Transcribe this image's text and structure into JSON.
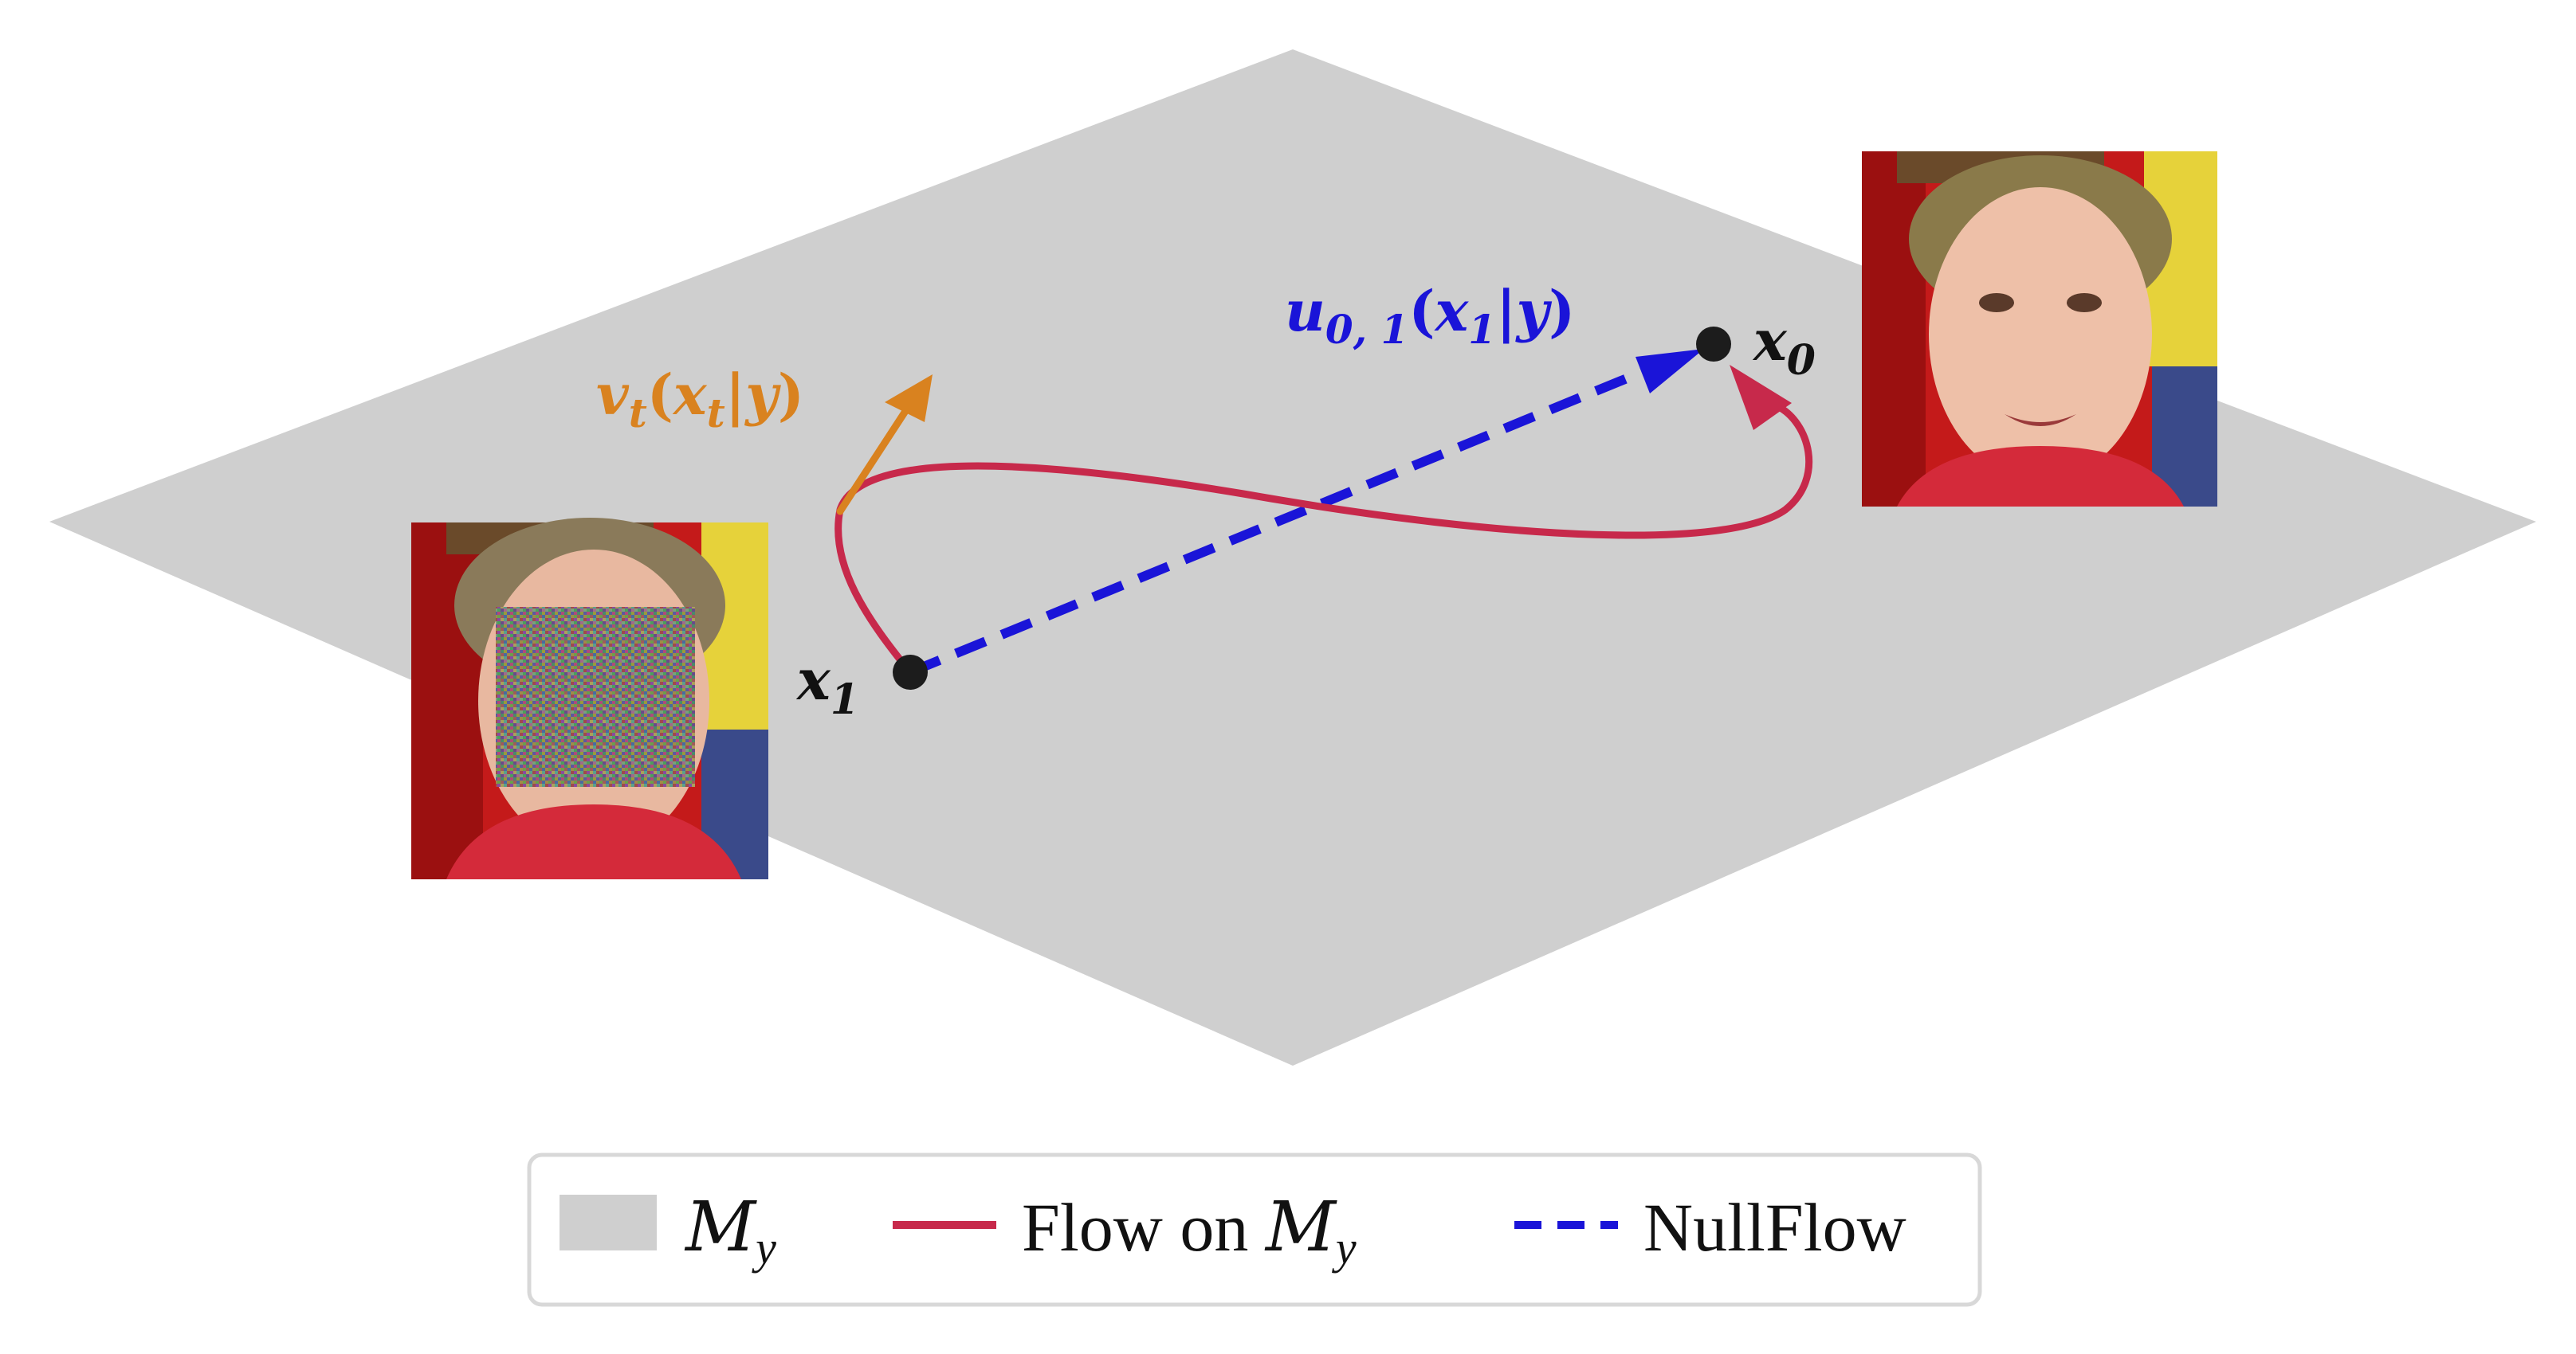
{
  "figure": {
    "labels": {
      "x1": {
        "base": "x",
        "sub": "1"
      },
      "x0": {
        "base": "x",
        "sub": "0"
      },
      "vt": {
        "v": "v",
        "vsub": "t",
        "open": "(",
        "arg": "x",
        "argsub": "t",
        "bar": "|",
        "cond": "y",
        "close": ")"
      },
      "u01": {
        "u": "u",
        "usub": "0, 1",
        "open": "(",
        "arg": "x",
        "argsub": "1",
        "bar": "|",
        "cond": "y",
        "close": ")"
      }
    },
    "colors": {
      "manifold": "#cfcfcf",
      "flow": "#c7294b",
      "nullflow": "#1a14d8",
      "velocity": "#d9821f",
      "point": "#1c1c1c",
      "text": "#111111"
    },
    "images": {
      "noisy_face": "face-photo-with-noise-patch",
      "clean_face": "face-photo"
    }
  },
  "legend": {
    "items": [
      {
        "swatch": "manifold-patch",
        "script": "M",
        "sub": "y",
        "text": ""
      },
      {
        "swatch": "solid-line",
        "text": "Flow on ",
        "script": "M",
        "sub": "y"
      },
      {
        "swatch": "dashed-line",
        "text": "NullFlow",
        "script": "",
        "sub": ""
      }
    ]
  }
}
